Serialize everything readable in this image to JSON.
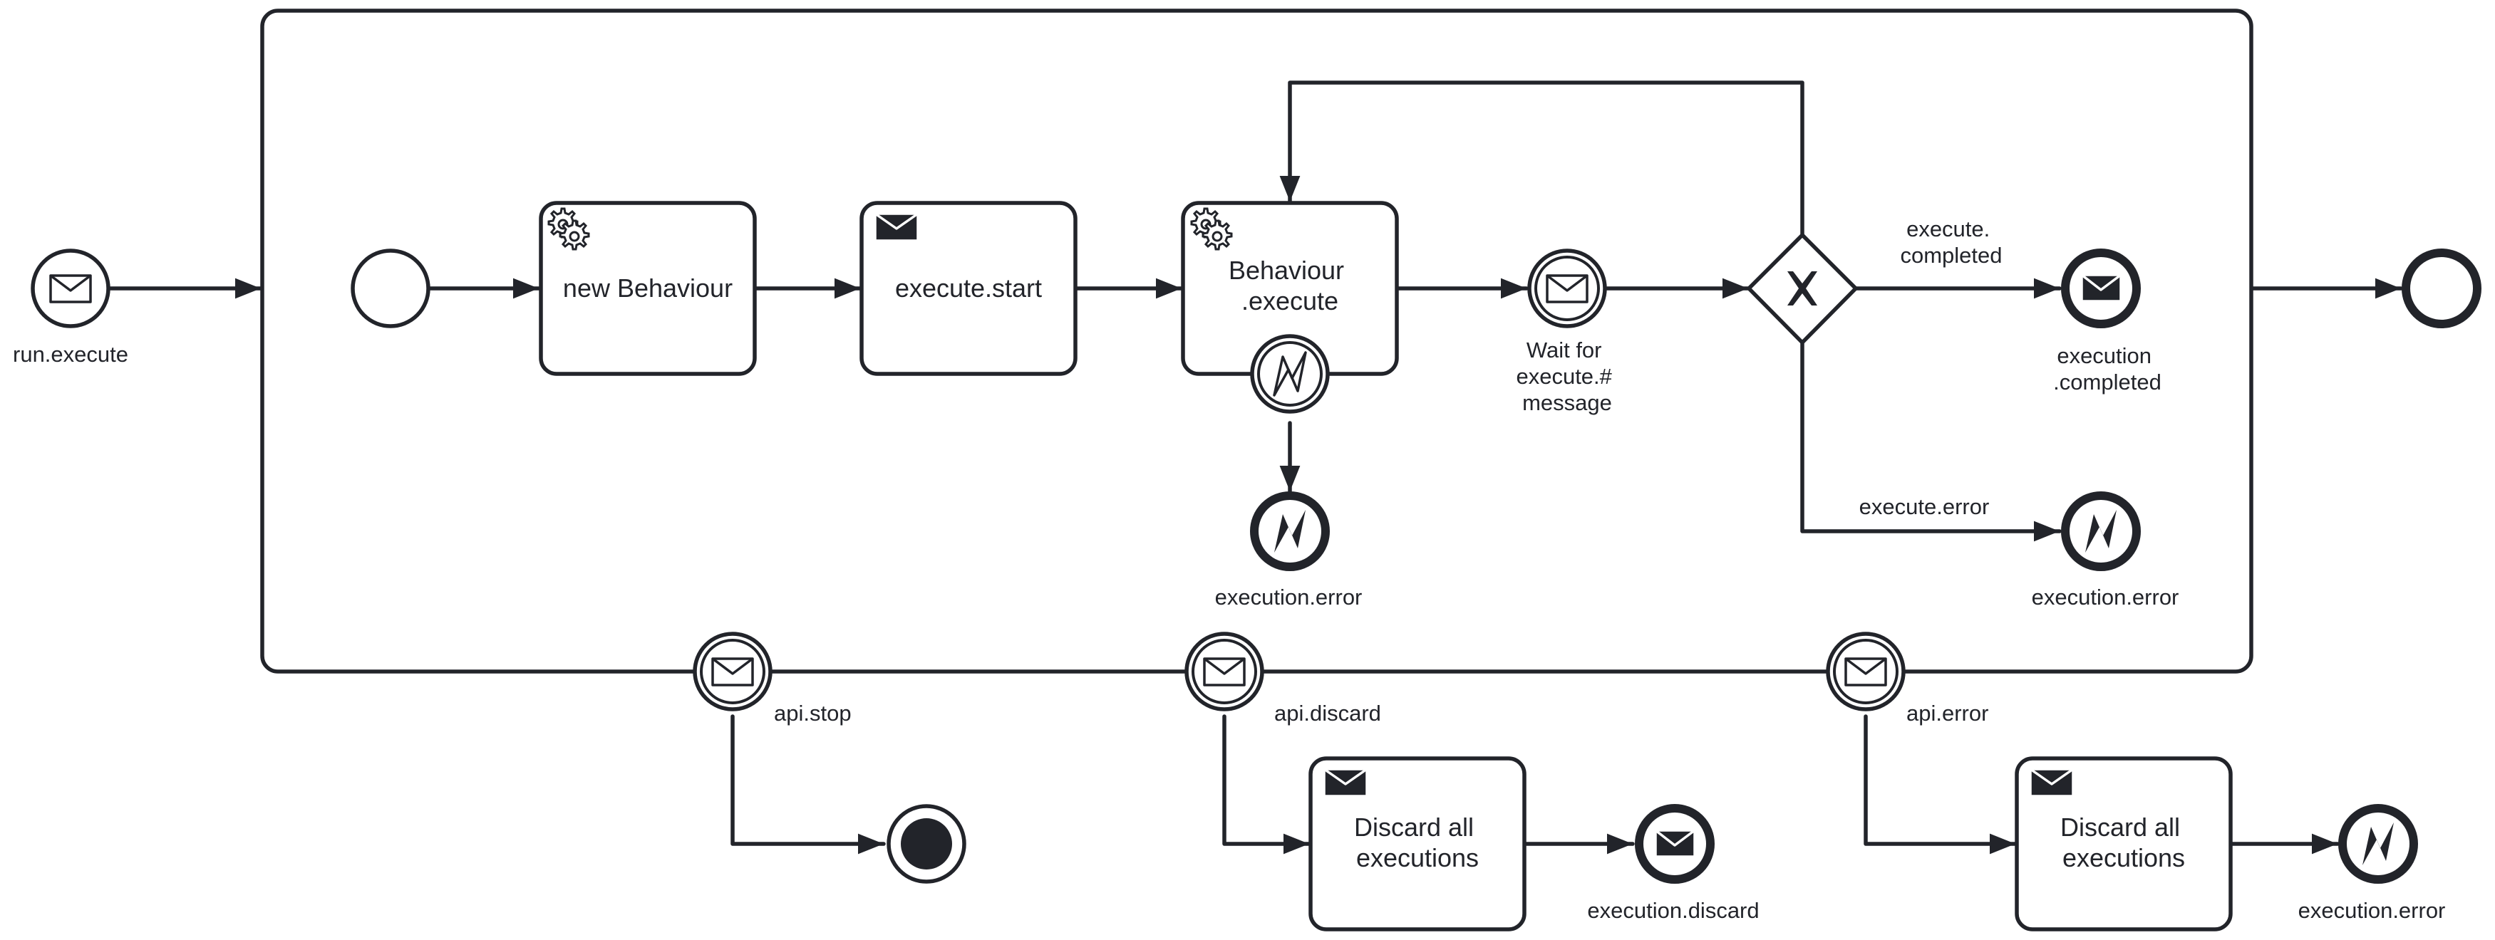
{
  "diagram": {
    "events": {
      "run_execute": "run.execute",
      "wait_message": [
        "Wait for",
        "execute.#",
        "message"
      ],
      "execution_completed": [
        "execution",
        ".completed"
      ],
      "execution_error_main": "execution.error",
      "execution_error_right": "execution.error",
      "api_stop": "api.stop",
      "api_discard": "api.discard",
      "api_error": "api.error",
      "execution_discard": "execution.discard",
      "execution_error_bottom": "execution.error"
    },
    "tasks": {
      "new_behaviour": "new Behaviour",
      "execute_start": "execute.start",
      "behaviour_execute": [
        "Behaviour",
        ".execute"
      ],
      "discard_all_1": [
        "Discard all",
        "executions"
      ],
      "discard_all_2": [
        "Discard all",
        "executions"
      ]
    },
    "flows": {
      "execute_completed": [
        "execute.",
        "completed"
      ],
      "execute_error": "execute.error"
    }
  }
}
